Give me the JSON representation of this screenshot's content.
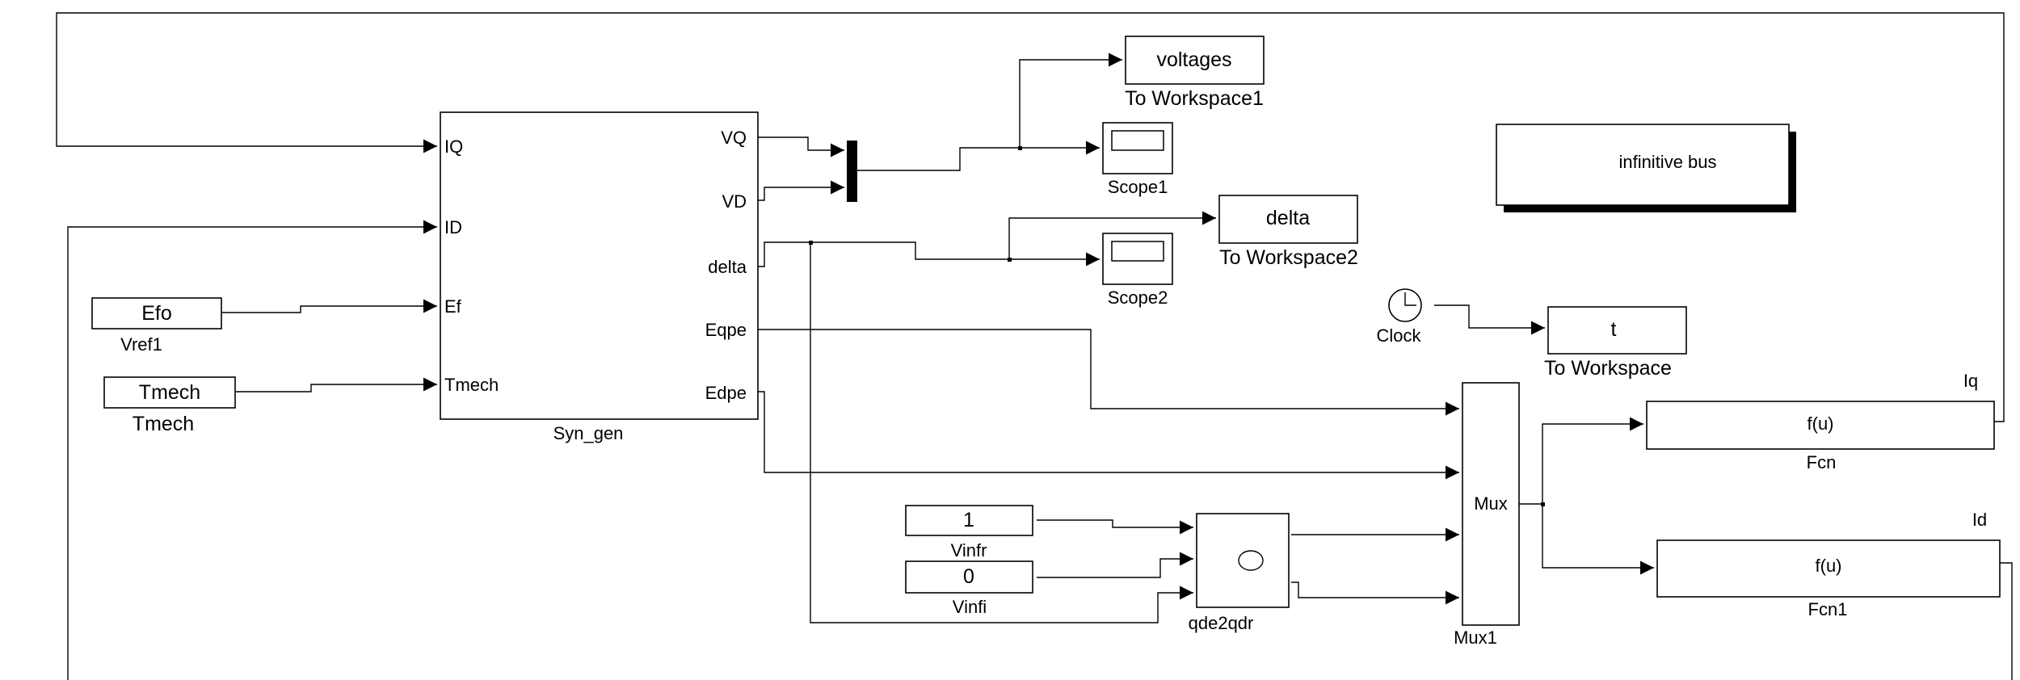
{
  "diagram": {
    "main_block": {
      "name": "Syn_gen",
      "inputs": [
        "IQ",
        "ID",
        "Ef",
        "Tmech"
      ],
      "outputs": [
        "VQ",
        "VD",
        "delta",
        "Eqpe",
        "Edpe"
      ]
    },
    "blocks": {
      "efo": {
        "value": "Efo",
        "name": "Vref1"
      },
      "tmech": {
        "value": "Tmech",
        "name": "Tmech"
      },
      "voltages": {
        "value": "voltages",
        "name": "To Workspace1"
      },
      "scope1": {
        "name": "Scope1"
      },
      "delta": {
        "value": "delta",
        "name": "To Workspace2"
      },
      "scope2": {
        "name": "Scope2"
      },
      "infinitive_bus": {
        "text": "infinitive bus"
      },
      "clock": {
        "name": "Clock"
      },
      "t": {
        "value": "t",
        "name": "To Workspace"
      },
      "mux": {
        "label": "Mux",
        "name": "Mux1"
      },
      "fcn": {
        "expr": "f(u)",
        "name": "Fcn",
        "signal": "Iq"
      },
      "fcn1": {
        "expr": "f(u)",
        "name": "Fcn1",
        "signal": "Id"
      },
      "vinfr": {
        "value": "1",
        "name": "Vinfr"
      },
      "vinfi": {
        "value": "0",
        "name": "Vinfi"
      },
      "qde2qdr": {
        "name": "qde2qdr"
      }
    }
  }
}
